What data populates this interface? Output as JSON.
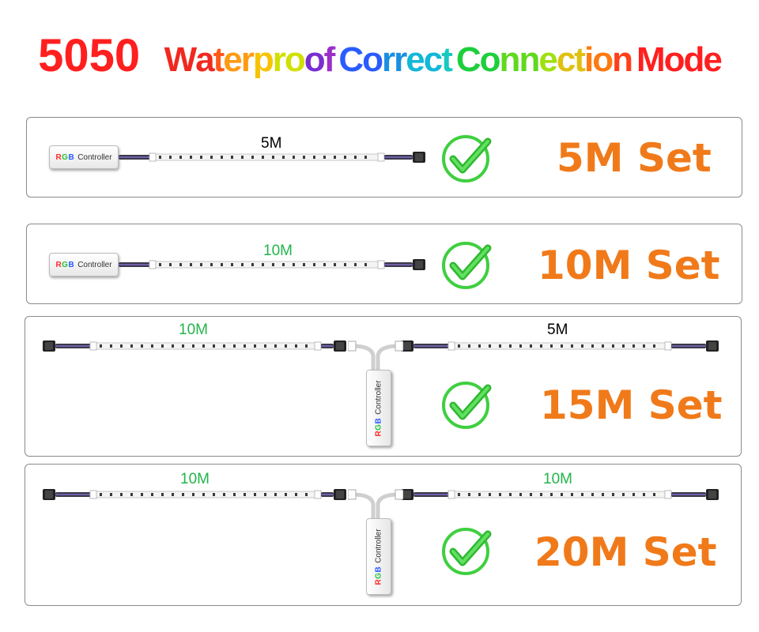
{
  "title": {
    "num": "5050",
    "words": [
      {
        "text": "Waterproof",
        "colors": [
          "#f0281f",
          "#ff5a1a",
          "#ff9a12",
          "#f7c300",
          "#d0e000",
          "#7a2fd0",
          "#9b30c8"
        ]
      },
      {
        "text": "Correct",
        "colors": [
          "#2a5bff",
          "#1a8fe0",
          "#12b8d8",
          "#18c9c0"
        ]
      },
      {
        "text": "Connection",
        "colors": [
          "#1ecf3c",
          "#60d820",
          "#a0e010",
          "#e0c010",
          "#ff7a10",
          "#ff3f18"
        ]
      },
      {
        "text": "Mode",
        "colors": [
          "#ff1f1f"
        ]
      }
    ],
    "num_color": "#ff1f1f"
  },
  "controller": {
    "rgb_r": "R",
    "rgb_g": "G",
    "rgb_b": "B",
    "label": "Controller"
  },
  "sets": [
    {
      "label": "5M Set",
      "strips": [
        {
          "length": "5M",
          "length_color": "#000000"
        }
      ]
    },
    {
      "label": "10M Set",
      "strips": [
        {
          "length": "10M",
          "length_color": "#22b54a"
        }
      ]
    },
    {
      "label": "15M Set",
      "strips": [
        {
          "length": "10M",
          "length_color": "#22b54a"
        },
        {
          "length": "5M",
          "length_color": "#000000"
        }
      ]
    },
    {
      "label": "20M Set",
      "strips": [
        {
          "length": "10M",
          "length_color": "#22b54a"
        },
        {
          "length": "10M",
          "length_color": "#22b54a"
        }
      ]
    }
  ],
  "colors": {
    "set_label": "#f07a1a",
    "check_green": "#3fcf3f",
    "panel_border": "#8a8a8a"
  }
}
